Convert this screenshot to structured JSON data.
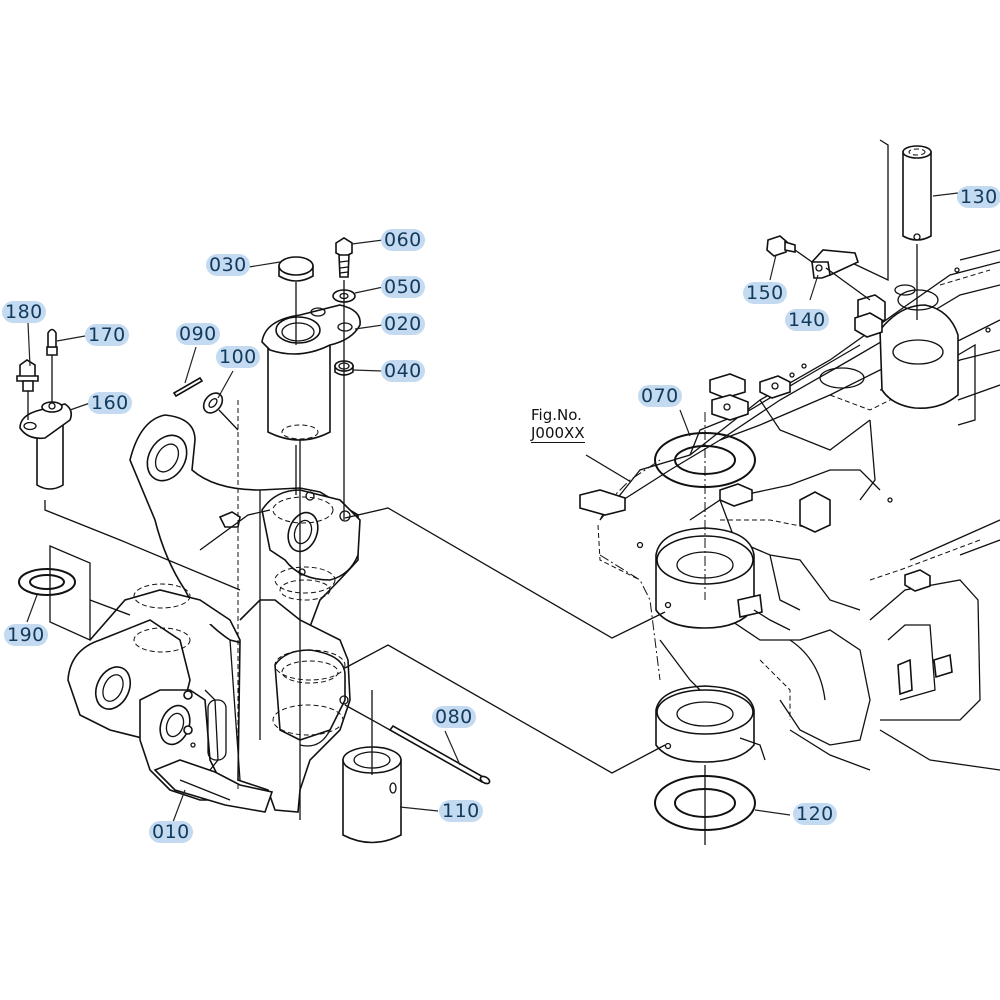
{
  "diagram": {
    "type": "exploded-parts-diagram",
    "subject": "front axle steering knuckle assembly",
    "highlight_color": "#c3daf0",
    "figure_reference": {
      "label": "Fig.No.",
      "number": "J000XX"
    },
    "callouts": [
      {
        "id": "010",
        "label": "010"
      },
      {
        "id": "020",
        "label": "020"
      },
      {
        "id": "030",
        "label": "030"
      },
      {
        "id": "040",
        "label": "040"
      },
      {
        "id": "050",
        "label": "050"
      },
      {
        "id": "060",
        "label": "060"
      },
      {
        "id": "070",
        "label": "070"
      },
      {
        "id": "080",
        "label": "080"
      },
      {
        "id": "090",
        "label": "090"
      },
      {
        "id": "100",
        "label": "100"
      },
      {
        "id": "110",
        "label": "110"
      },
      {
        "id": "120",
        "label": "120"
      },
      {
        "id": "130",
        "label": "130"
      },
      {
        "id": "140",
        "label": "140"
      },
      {
        "id": "150",
        "label": "150"
      },
      {
        "id": "160",
        "label": "160"
      },
      {
        "id": "170",
        "label": "170"
      },
      {
        "id": "180",
        "label": "180"
      },
      {
        "id": "190",
        "label": "190"
      }
    ]
  }
}
